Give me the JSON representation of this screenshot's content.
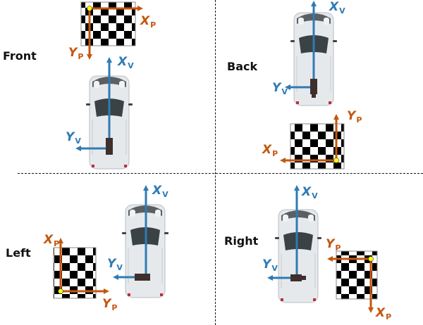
{
  "colors": {
    "vehicle_axis": "#2E7BB5",
    "pattern_axis": "#C4570F",
    "origin_dot": "#FFFF00",
    "car_body": "#E6E9EC",
    "camera": "#3E302C",
    "divider": "#111111"
  },
  "quadrants": [
    {
      "name": "Front",
      "label": "Front",
      "vehicle_axes": {
        "x_label": "X",
        "x_sub": "V",
        "y_label": "Y",
        "y_sub": "V"
      },
      "pattern_axes": {
        "x_label": "X",
        "x_sub": "P",
        "y_label": "Y",
        "y_sub": "P"
      },
      "checkerboard": {
        "cols": 7,
        "rows": 6
      }
    },
    {
      "name": "Back",
      "label": "Back",
      "vehicle_axes": {
        "x_label": "X",
        "x_sub": "V",
        "y_label": "Y",
        "y_sub": "V"
      },
      "pattern_axes": {
        "x_label": "X",
        "x_sub": "P",
        "y_label": "Y",
        "y_sub": "P"
      },
      "checkerboard": {
        "cols": 7,
        "rows": 6
      }
    },
    {
      "name": "Left",
      "label": "Left",
      "vehicle_axes": {
        "x_label": "X",
        "x_sub": "V",
        "y_label": "Y",
        "y_sub": "V"
      },
      "pattern_axes": {
        "x_label": "X",
        "x_sub": "P",
        "y_label": "Y",
        "y_sub": "P"
      },
      "checkerboard": {
        "cols": 6,
        "rows": 7
      }
    },
    {
      "name": "Right",
      "label": "Right",
      "vehicle_axes": {
        "x_label": "X",
        "x_sub": "V",
        "y_label": "Y",
        "y_sub": "V"
      },
      "pattern_axes": {
        "x_label": "X",
        "x_sub": "P",
        "y_label": "Y",
        "y_sub": "P"
      },
      "checkerboard": {
        "cols": 6,
        "rows": 7
      }
    }
  ]
}
